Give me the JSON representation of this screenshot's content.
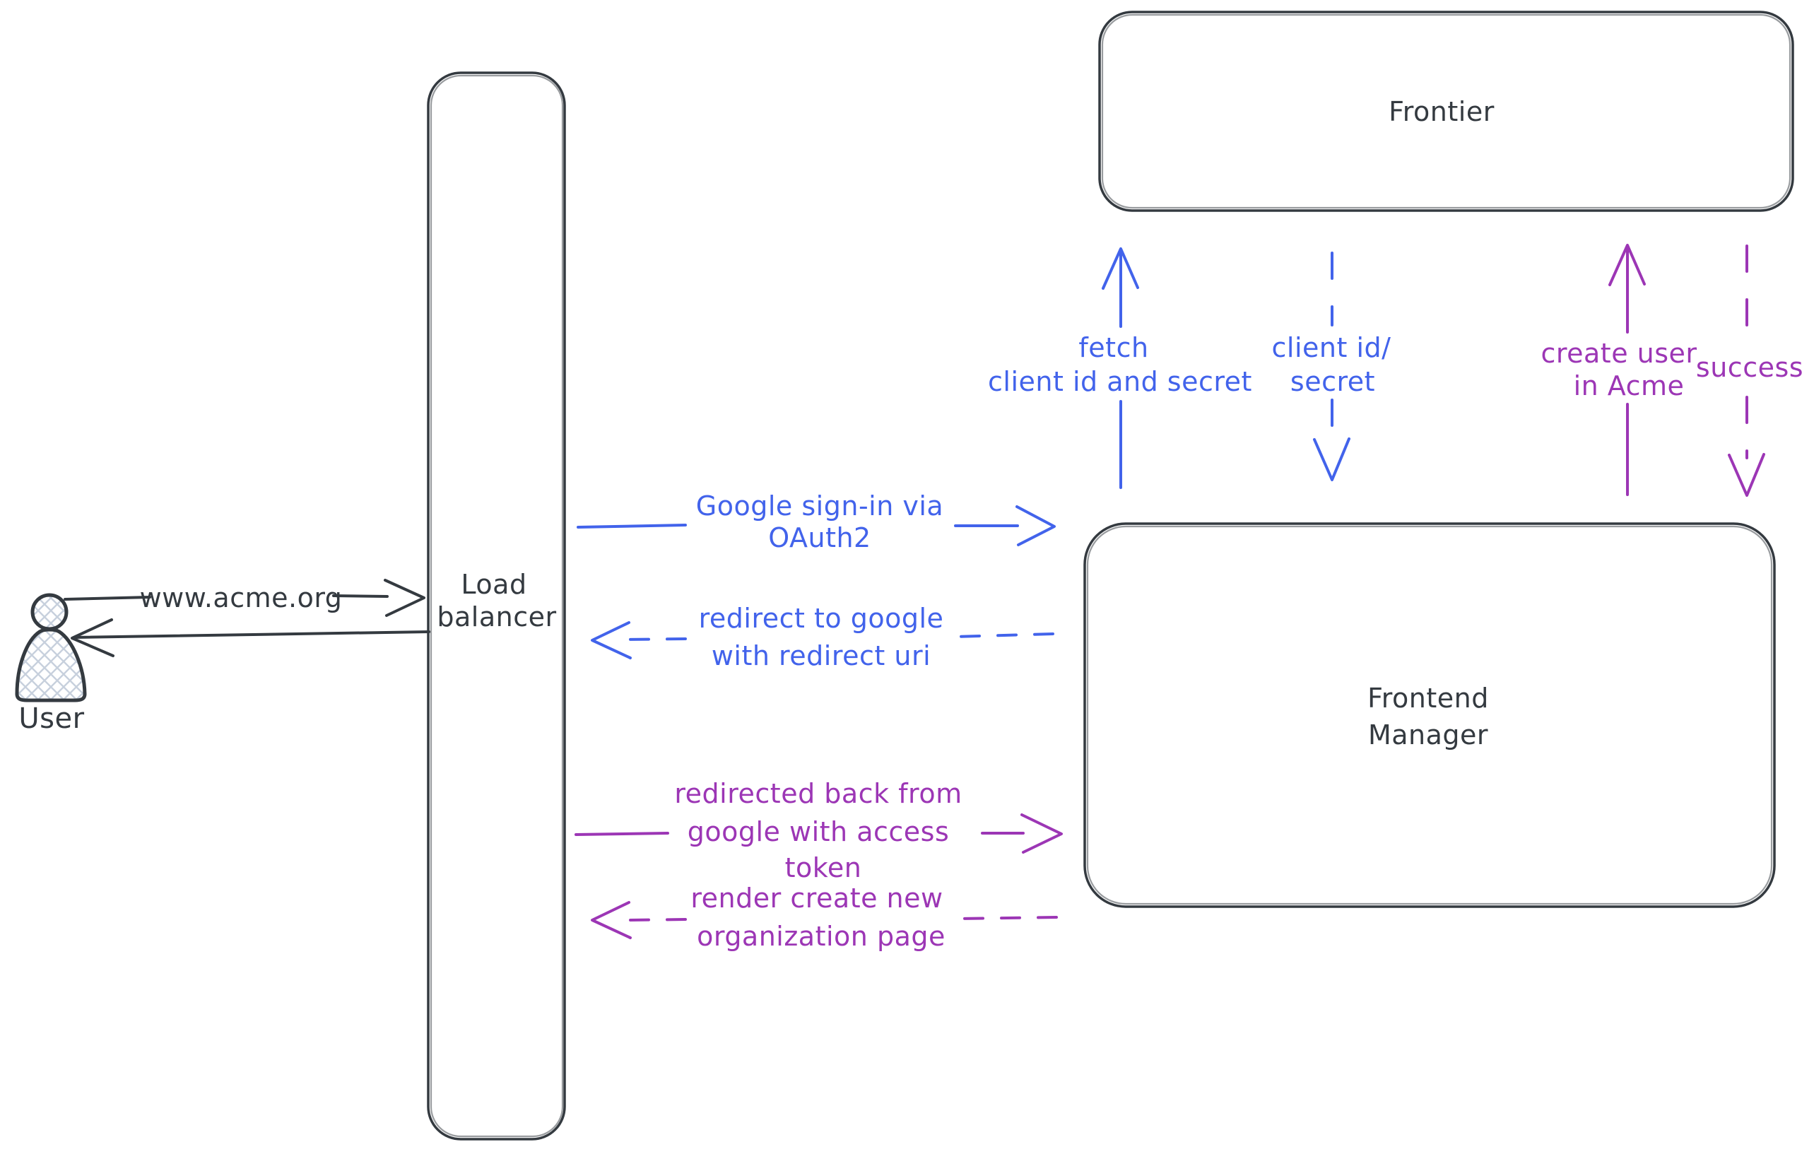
{
  "diagram": {
    "colors": {
      "dark": "#343a40",
      "blue": "#4263eb",
      "purple": "#9c36b5"
    },
    "nodes": {
      "user": {
        "label": "User"
      },
      "load_balancer": {
        "lines": [
          "Load",
          "balancer"
        ]
      },
      "frontier": {
        "label": "Frontier"
      },
      "frontend_manager": {
        "lines": [
          "Frontend",
          "Manager"
        ]
      }
    },
    "arrows": {
      "www_acme": {
        "label": "www.acme.org",
        "style": "solid",
        "color": "dark",
        "from": "User",
        "to": "Load balancer"
      },
      "return_to_user": {
        "label": "",
        "style": "solid",
        "color": "dark",
        "from": "Load balancer",
        "to": "User"
      },
      "google_signin": {
        "lines": [
          "Google sign-in via",
          "OAuth2"
        ],
        "style": "solid",
        "color": "blue",
        "from": "Load balancer",
        "to": "Frontend Manager"
      },
      "redirect_google": {
        "lines": [
          "redirect to google",
          "with redirect uri"
        ],
        "style": "dashed",
        "color": "blue",
        "from": "Frontend Manager",
        "to": "Load balancer"
      },
      "redirected_back": {
        "lines": [
          "redirected back from",
          "google with access",
          "token"
        ],
        "style": "solid",
        "color": "purple",
        "from": "Load balancer",
        "to": "Frontend Manager"
      },
      "render_org_page": {
        "lines": [
          "render create new",
          "organization page"
        ],
        "style": "dashed",
        "color": "purple",
        "from": "Frontend Manager",
        "to": "Load balancer"
      },
      "fetch_client": {
        "lines": [
          "fetch",
          "client id and secret"
        ],
        "style": "solid",
        "color": "blue",
        "from": "Frontend Manager",
        "to": "Frontier"
      },
      "client_id_secret": {
        "lines": [
          "client id/",
          "secret"
        ],
        "style": "dashed",
        "color": "blue",
        "from": "Frontier",
        "to": "Frontend Manager"
      },
      "create_user": {
        "lines": [
          "create user",
          "in Acme"
        ],
        "style": "solid",
        "color": "purple",
        "from": "Frontend Manager",
        "to": "Frontier"
      },
      "success": {
        "lines": [
          "success"
        ],
        "style": "dashed",
        "color": "purple",
        "from": "Frontier",
        "to": "Frontend Manager"
      }
    }
  }
}
